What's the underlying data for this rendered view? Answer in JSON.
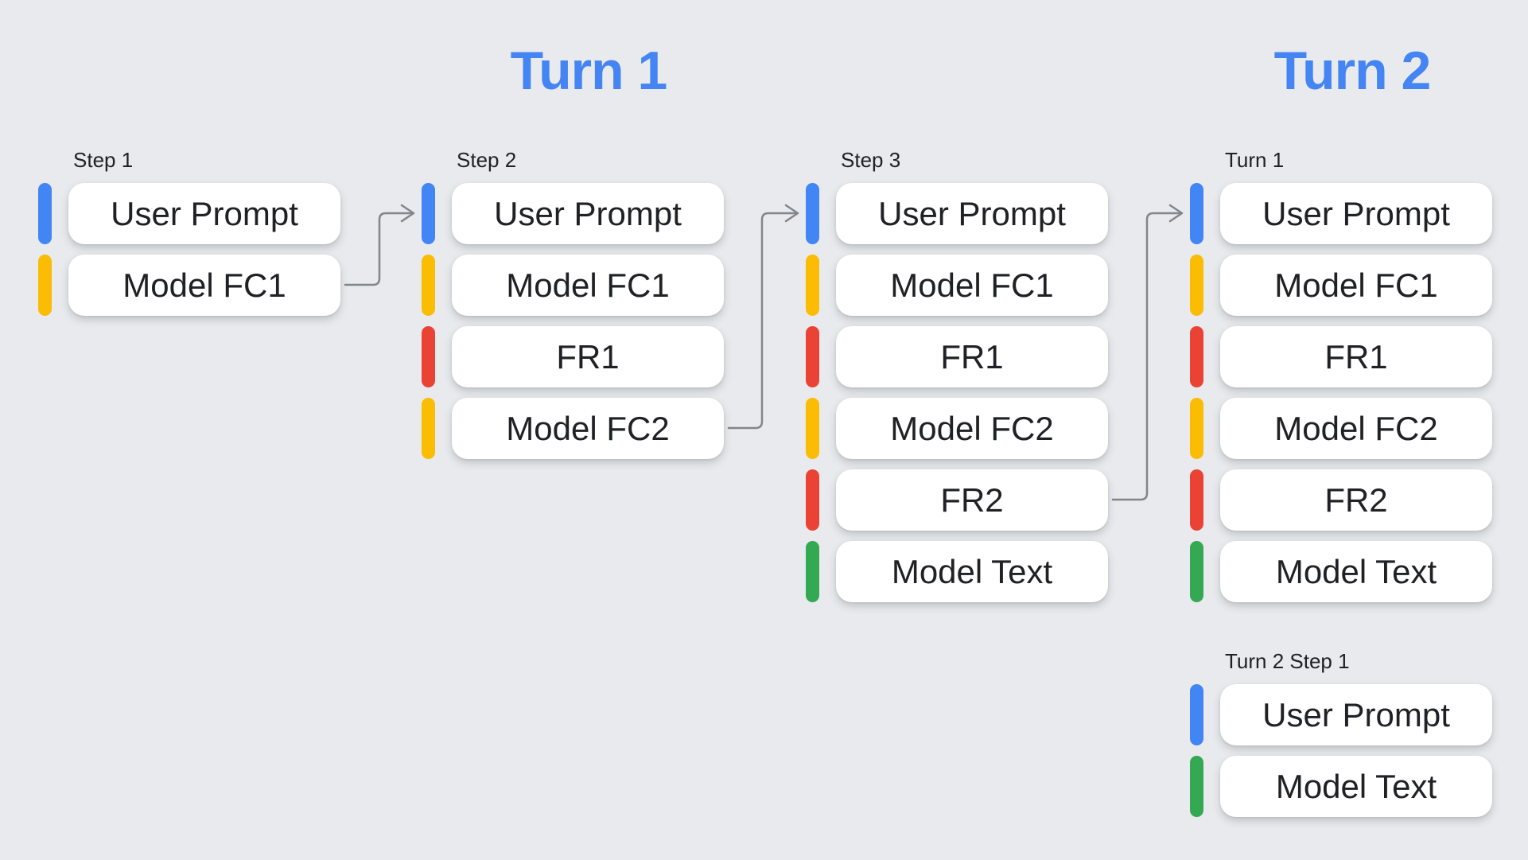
{
  "titles": {
    "turn1": "Turn 1",
    "turn2": "Turn 2"
  },
  "palette": {
    "user_prompt": "#4285F4",
    "model_function_call": "#FBBC04",
    "function_response": "#EA4335",
    "model_text": "#34A853",
    "title_blue": "#4485F3",
    "arrow_gray": "#80868B",
    "background": "#E8EAED",
    "text_dark": "#202124"
  },
  "columns": [
    {
      "label": "Step 1",
      "items": [
        {
          "kind": "user_prompt",
          "text": "User Prompt"
        },
        {
          "kind": "model_function_call",
          "text": "Model FC1"
        }
      ]
    },
    {
      "label": "Step 2",
      "items": [
        {
          "kind": "user_prompt",
          "text": "User Prompt"
        },
        {
          "kind": "model_function_call",
          "text": "Model FC1"
        },
        {
          "kind": "function_response",
          "text": "FR1"
        },
        {
          "kind": "model_function_call",
          "text": "Model FC2"
        }
      ]
    },
    {
      "label": "Step 3",
      "items": [
        {
          "kind": "user_prompt",
          "text": "User Prompt"
        },
        {
          "kind": "model_function_call",
          "text": "Model FC1"
        },
        {
          "kind": "function_response",
          "text": "FR1"
        },
        {
          "kind": "model_function_call",
          "text": "Model FC2"
        },
        {
          "kind": "function_response",
          "text": "FR2"
        },
        {
          "kind": "model_text",
          "text": "Model Text"
        }
      ]
    },
    {
      "label": "Turn 1",
      "items": [
        {
          "kind": "user_prompt",
          "text": "User Prompt"
        },
        {
          "kind": "model_function_call",
          "text": "Model FC1"
        },
        {
          "kind": "function_response",
          "text": "FR1"
        },
        {
          "kind": "model_function_call",
          "text": "Model FC2"
        },
        {
          "kind": "function_response",
          "text": "FR2"
        },
        {
          "kind": "model_text",
          "text": "Model Text"
        }
      ]
    },
    {
      "label": "Turn 2 Step 1",
      "items": [
        {
          "kind": "user_prompt",
          "text": "User Prompt"
        },
        {
          "kind": "model_text",
          "text": "Model Text"
        }
      ]
    }
  ]
}
